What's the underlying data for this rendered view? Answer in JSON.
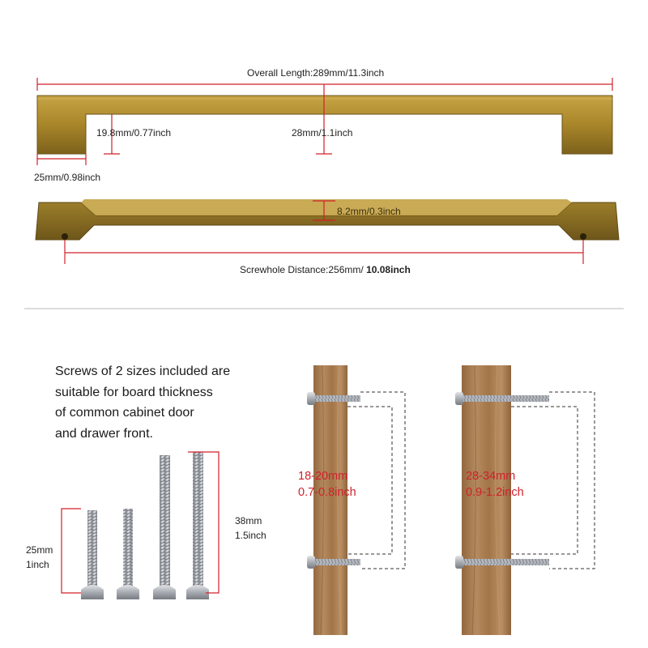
{
  "top_diagram": {
    "overall_length": "Overall Length:289mm/11.3inch",
    "inner_height": "19.8mm/0.77inch",
    "height": "28mm/1.1inch",
    "foot_width": "25mm/0.98inch",
    "thickness": "8.2mm/0.3inch",
    "screwhole_prefix": "Screwhole Distance:256mm/ ",
    "screwhole_bold": "10.08inch"
  },
  "bottom_section": {
    "description": [
      "Screws of 2 sizes included are",
      "suitable for board thickness",
      "of common cabinet door",
      "and drawer front."
    ],
    "short_screw": {
      "mm": "25mm",
      "inch": "1inch"
    },
    "long_screw": {
      "mm": "38mm",
      "inch": "1.5inch"
    },
    "board_thin": {
      "mm": "18-20mm",
      "inch": "0.7-0.8inch"
    },
    "board_thick": {
      "mm": "28-34mm",
      "inch": "0.9-1.2inch"
    }
  },
  "colors": {
    "dimension_line": "#d0202a",
    "brass": "#a8862e",
    "wood": "#a87a52",
    "steel": "#b8bcc2"
  }
}
